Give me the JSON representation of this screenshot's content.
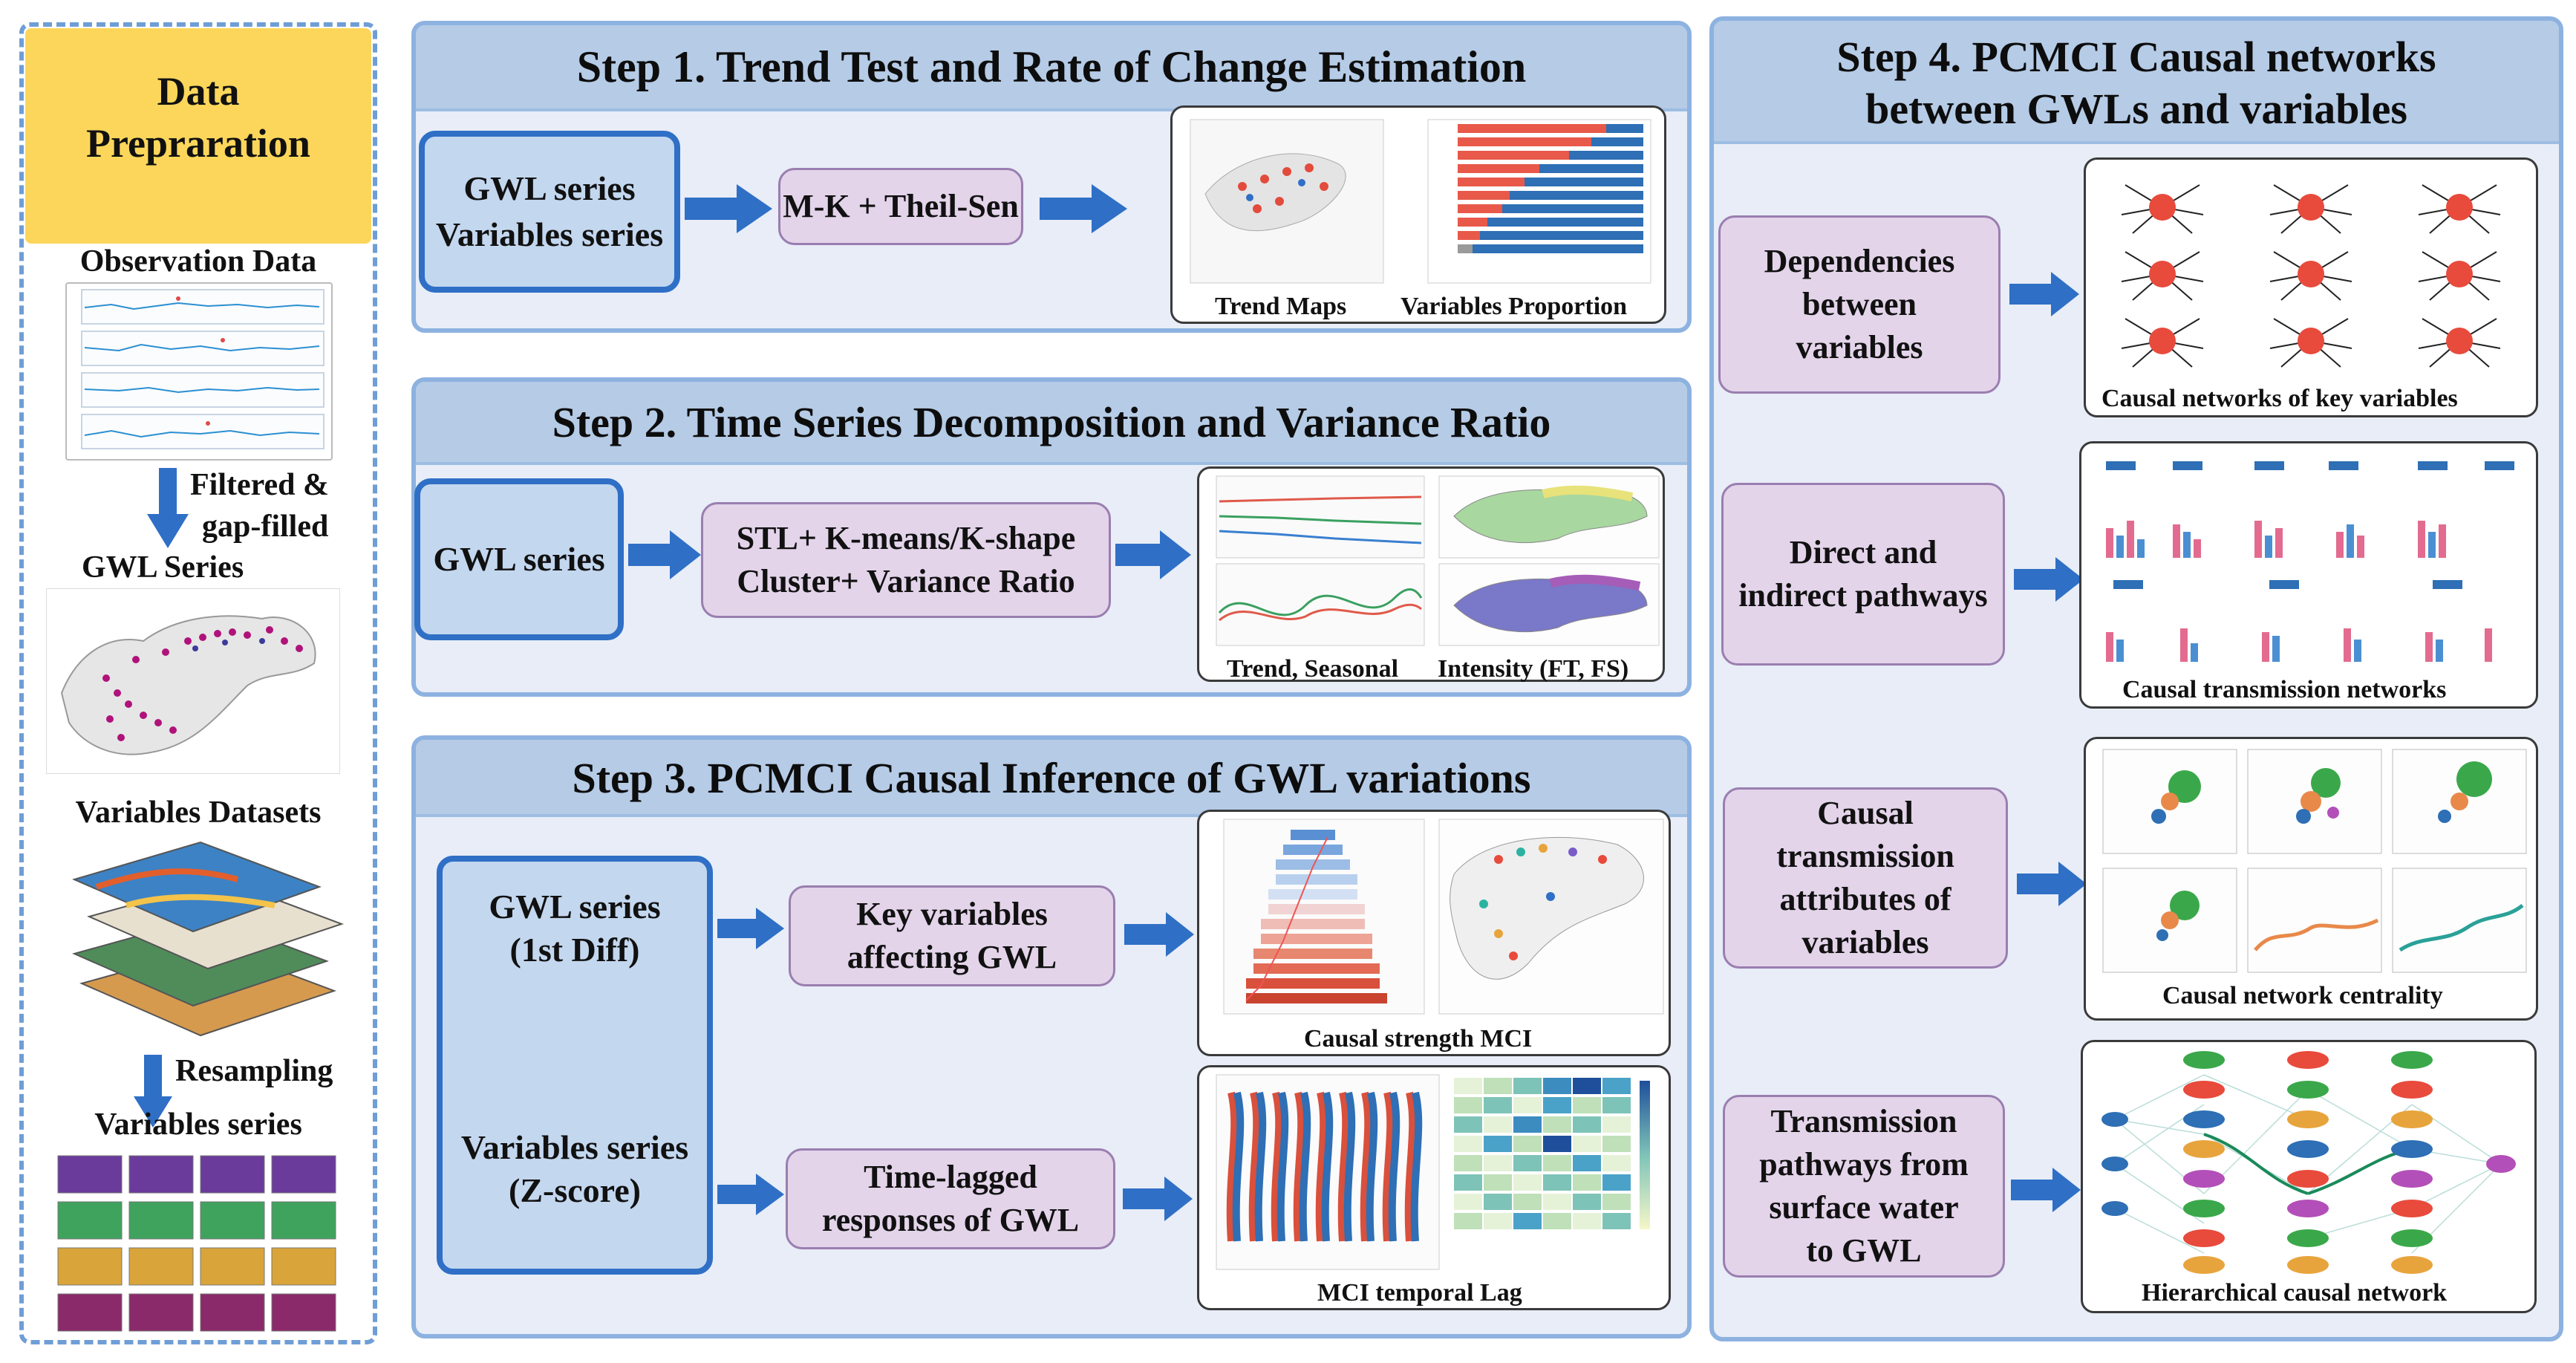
{
  "colors": {
    "arrow": "#2f6fc6",
    "panel_border": "#8db2e0",
    "panel_fill": "#e8edf7",
    "title_fill": "#b5cbe6",
    "data_header": "#fcd65b",
    "process_fill": "#e3d4ea",
    "input_fill": "#c3d7ef"
  },
  "left": {
    "title": "Data\nPrepraration",
    "observation": "Observation Data",
    "filtered_1": "Filtered &",
    "filtered_2": "gap-filled",
    "gwl_series": "GWL Series",
    "variables_datasets": "Variables Datasets",
    "resampling": "Resampling",
    "variables_series": "Variables series"
  },
  "step1": {
    "title": "Step 1. Trend Test and Rate of Change Estimation",
    "input": "GWL series\nVariables series",
    "method": "M-K + Theil-Sen",
    "caption_a": "Trend Maps",
    "caption_b": "Variables Proportion"
  },
  "step2": {
    "title": "Step 2. Time Series Decomposition and Variance Ratio",
    "input": "GWL series",
    "method": "STL+ K-means/K-shape\nCluster+ Variance Ratio",
    "caption_a": "Trend, Seasonal",
    "caption_b": "Intensity (FT, FS)"
  },
  "step3": {
    "title": "Step 3. PCMCI Causal Inference of GWL variations",
    "input_a": "GWL series\n(1st Diff)",
    "input_b": "Variables series\n(Z-score)",
    "method_a": "Key variables\naffecting GWL",
    "method_b": "Time-lagged\nresponses of GWL",
    "caption_a": "Causal strength MCI",
    "caption_b": "MCI temporal Lag"
  },
  "step4": {
    "title": "Step 4. PCMCI Causal networks\nbetween GWLs and variables",
    "items": [
      {
        "label": "Dependencies\nbetween\nvariables",
        "caption": "Causal networks of key variables"
      },
      {
        "label": "Direct and\nindirect pathways",
        "caption": "Causal transmission networks"
      },
      {
        "label": "Causal\ntransmission\nattributes of\nvariables",
        "caption": "Causal network centrality"
      },
      {
        "label": "Transmission\npathways from\nsurface water\nto GWL",
        "caption": "Hierarchical causal network"
      }
    ]
  }
}
